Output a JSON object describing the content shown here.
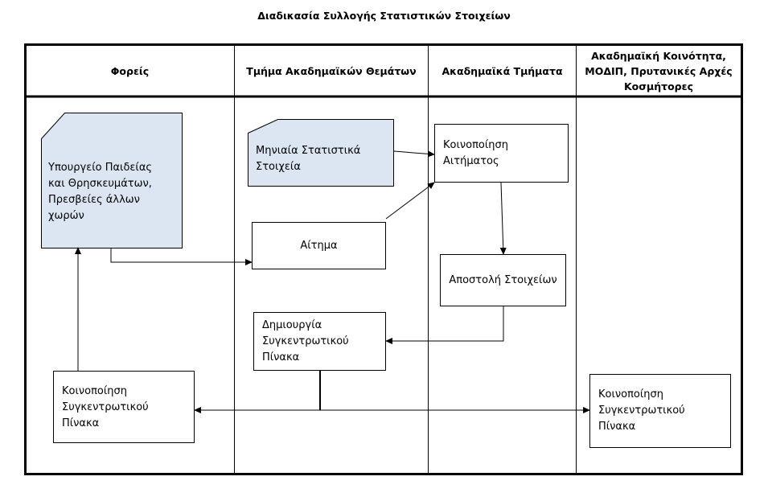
{
  "title": "Διαδικασία Συλλογής Στατιστικών Στοιχείων",
  "lanes": [
    "Φορείς",
    "Τμήμα Ακαδημαϊκών Θεμάτων",
    "Ακαδημαϊκά Τμήματα",
    "Ακαδημαϊκή Κοινότητα,\nΜΟΔΙΠ, Πρυτανικές Αρχές\nΚοσμήτορες"
  ],
  "nodes": {
    "ministry": "Υπουργείο Παιδείας\nκαι Θρησκευμάτων,\nΠρεσβείες άλλων\nχωρών",
    "monthly_stats": "Μηνιαία Στατιστικά\nΣτοιχεία",
    "request": "Αίτημα",
    "notify_request": "Κοινοποίηση\nΑιτήματος",
    "send_data": "Αποστολή Στοιχείων",
    "create_table": "Δημιουργία\nΣυγκεντρωτικού\nΠίνακα",
    "notify_table_bodies": "Κοινοποίηση\nΣυγκεντρωτικού\nΠίνακα",
    "notify_table_community": "Κοινοποίηση\nΣυγκεντρωτικού\nΠίνακα"
  },
  "colors": {
    "document_fill": "#dce6f2",
    "stroke": "#000000"
  }
}
